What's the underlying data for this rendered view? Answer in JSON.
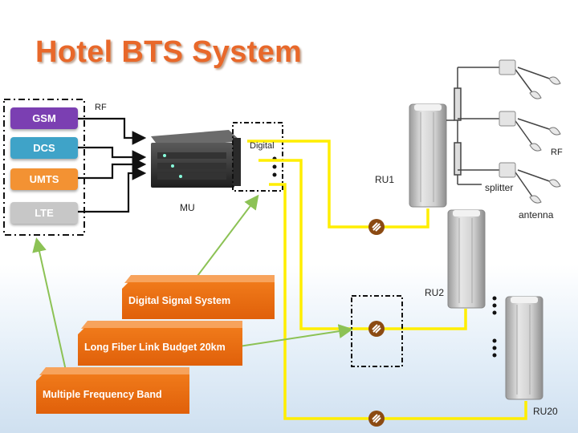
{
  "title": "Hotel BTS System",
  "bands": [
    {
      "label": "GSM",
      "color": "#7b3fb2"
    },
    {
      "label": "DCS",
      "color": "#3fa3c8"
    },
    {
      "label": "UMTS",
      "color": "#f39233"
    },
    {
      "label": "LTE",
      "color": "#c7c7c7"
    }
  ],
  "labels": {
    "rf_left": "RF",
    "digital": "Digital",
    "mu": "MU",
    "ru1": "RU1",
    "ru2": "RU2",
    "ru20": "RU20",
    "splitter": "splitter",
    "rf_right": "RF",
    "antenna": "antenna"
  },
  "features": [
    "Digital Signal System",
    "Long Fiber Link Budget 20km",
    "Multiple Frequency Band"
  ],
  "colors": {
    "title": "#e8682a",
    "fiber": "#ffee00",
    "feature": "#e8680f",
    "arrow": "#8cc255"
  }
}
